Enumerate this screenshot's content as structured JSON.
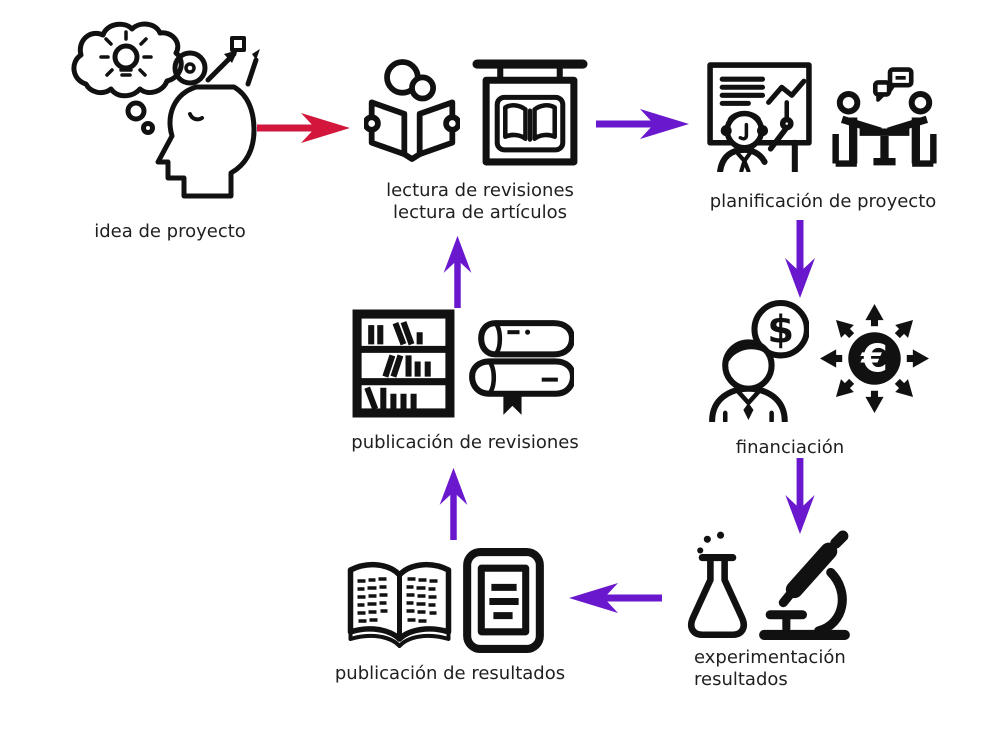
{
  "diagram": {
    "colors": {
      "background": "#ffffff",
      "icon": "#111111",
      "text": "#1f1f1f",
      "arrow_start": "#d3173c",
      "arrow_cycle": "#6a18ce"
    },
    "glyphs": {
      "dollar": "$",
      "euro": "€"
    },
    "nodes": {
      "idea": {
        "label": "idea de proyecto",
        "icons": [
          "thought-cloud-lightbulb-head-icon"
        ]
      },
      "lectura": {
        "line1": "lectura de revisiones",
        "line2": "lectura de artículos",
        "icons": [
          "reading-person-icon",
          "library-book-sign-icon"
        ]
      },
      "planificacion": {
        "label": "planificación de proyecto",
        "icons": [
          "presentation-board-icon",
          "meeting-table-icon"
        ]
      },
      "financiacion": {
        "label": "financiación",
        "icons": [
          "person-dollar-coin-icon",
          "euro-spread-arrows-icon"
        ]
      },
      "experimentacion": {
        "line1": "experimentación",
        "line2": "resultados",
        "icons": [
          "flask-icon",
          "microscope-icon"
        ]
      },
      "pub_resultados": {
        "label": "publicación de resultados",
        "icons": [
          "open-text-book-icon",
          "ereader-icon"
        ]
      },
      "pub_revisiones": {
        "label": "publicación de revisiones",
        "icons": [
          "bookshelf-icon",
          "books-stack-icon"
        ]
      }
    },
    "arrows": [
      {
        "from": "idea",
        "to": "lectura",
        "direction": "right",
        "color": "#d3173c"
      },
      {
        "from": "lectura",
        "to": "planificacion",
        "direction": "right",
        "color": "#6a18ce"
      },
      {
        "from": "planificacion",
        "to": "financiacion",
        "direction": "down",
        "color": "#6a18ce"
      },
      {
        "from": "financiacion",
        "to": "experimentacion",
        "direction": "down",
        "color": "#6a18ce"
      },
      {
        "from": "experimentacion",
        "to": "pub_resultados",
        "direction": "left",
        "color": "#6a18ce"
      },
      {
        "from": "pub_resultados",
        "to": "pub_revisiones",
        "direction": "up",
        "color": "#6a18ce"
      },
      {
        "from": "pub_revisiones",
        "to": "lectura",
        "direction": "up",
        "color": "#6a18ce"
      }
    ]
  }
}
